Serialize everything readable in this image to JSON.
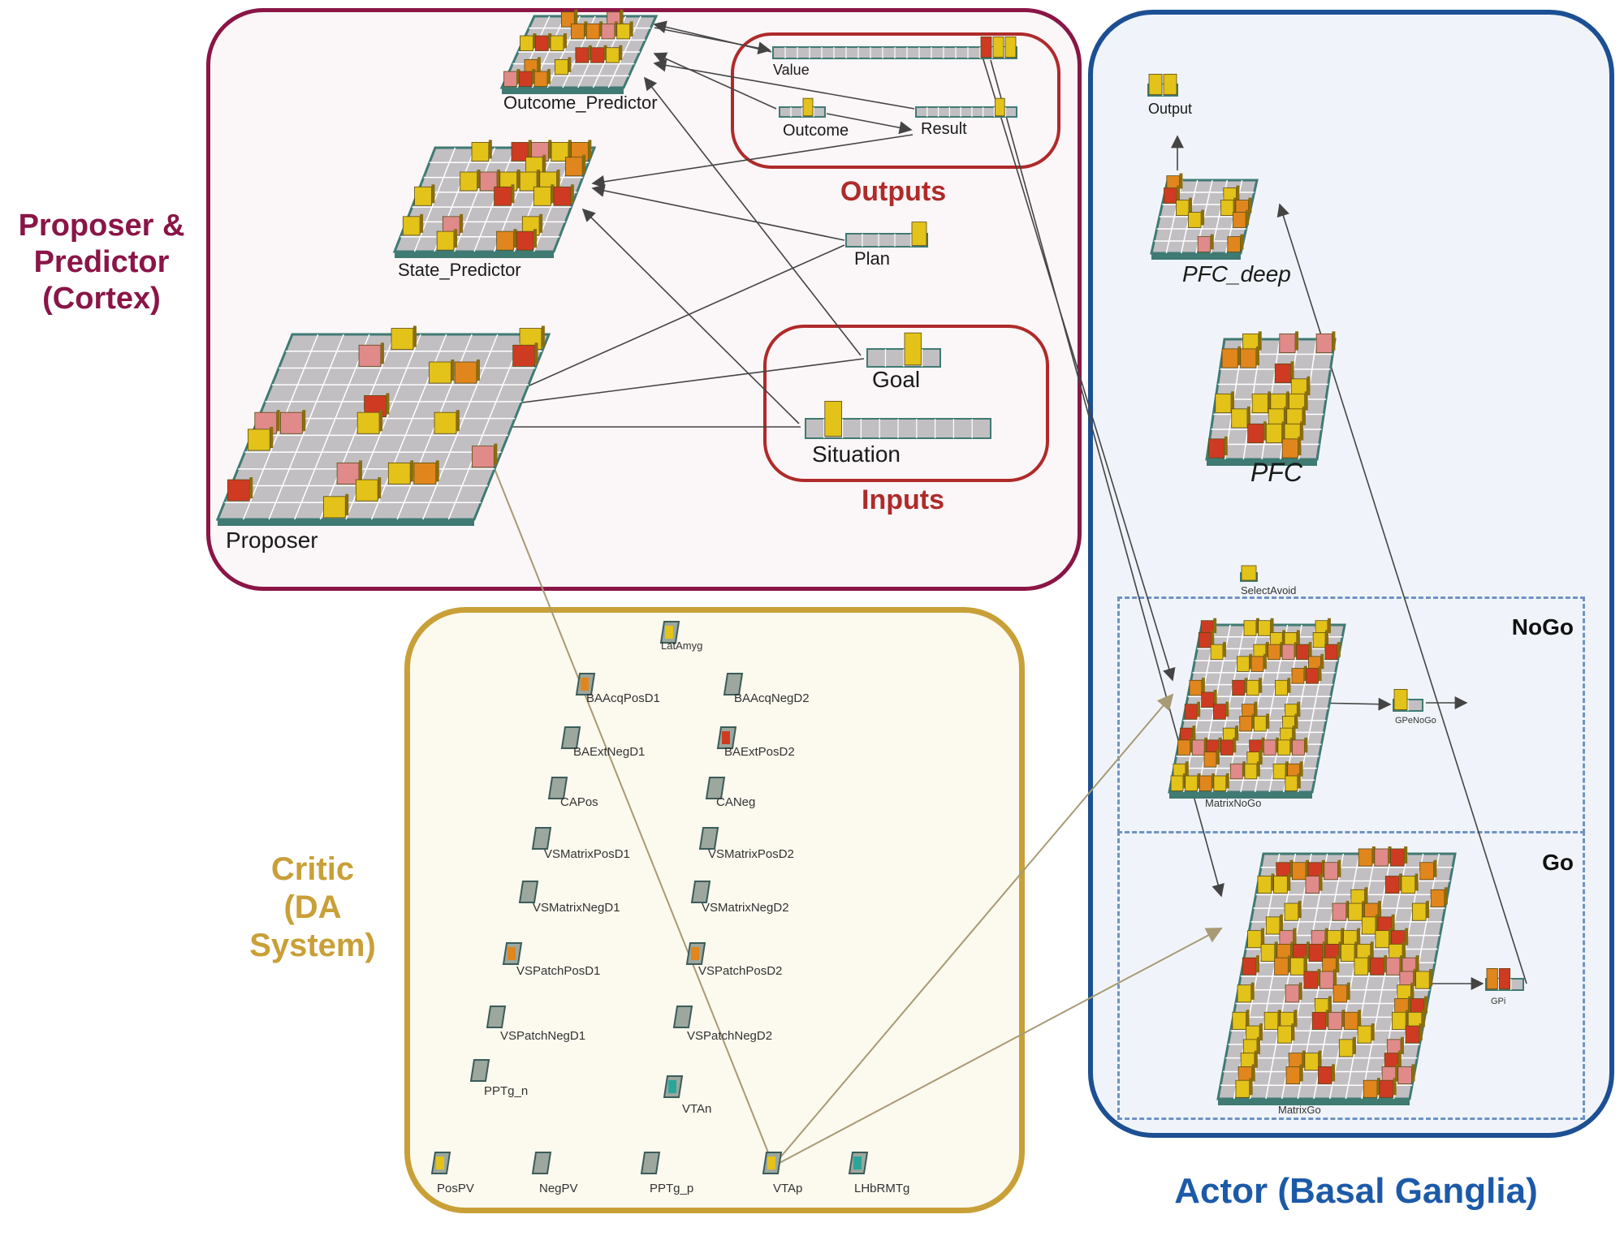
{
  "regions": {
    "cortex": {
      "label_line1": "Proposer &",
      "label_line2": "Predictor",
      "label_line3": "(Cortex)"
    },
    "critic": {
      "label_line1": "Critic",
      "label_line2": "(DA",
      "label_line3": "System)"
    },
    "actor": {
      "label": "Actor (Basal Ganglia)"
    },
    "outputs": {
      "label": "Outputs"
    },
    "inputs": {
      "label": "Inputs"
    },
    "nogo": {
      "label": "NoGo"
    },
    "go": {
      "label": "Go"
    }
  },
  "layers": {
    "outcome_predictor": "Outcome_Predictor",
    "state_predictor": "State_Predictor",
    "proposer": "Proposer",
    "value": "Value",
    "outcome": "Outcome",
    "result": "Result",
    "plan": "Plan",
    "goal": "Goal",
    "situation": "Situation",
    "output": "Output",
    "pfc_deep": "PFC_deep",
    "pfc": "PFC",
    "select_avoid": "SelectAvoid",
    "matrix_nogo": "MatrixNoGo",
    "gpe_nogo": "GPeNoGo",
    "matrix_go": "MatrixGo",
    "gpi": "GPi",
    "lat_amyg": "LatAmyg",
    "ba_acq_pos_d1": "BAAcqPosD1",
    "ba_acq_neg_d2": "BAAcqNegD2",
    "ba_ext_neg_d1": "BAExtNegD1",
    "ba_ext_pos_d2": "BAExtPosD2",
    "ca_pos": "CAPos",
    "ca_neg": "CANeg",
    "vs_matrix_pos_d1": "VSMatrixPosD1",
    "vs_matrix_pos_d2": "VSMatrixPosD2",
    "vs_matrix_neg_d1": "VSMatrixNegD1",
    "vs_matrix_neg_d2": "VSMatrixNegD2",
    "vs_patch_pos_d1": "VSPatchPosD1",
    "vs_patch_pos_d2": "VSPatchPosD2",
    "vs_patch_neg_d1": "VSPatchNegD1",
    "vs_patch_neg_d2": "VSPatchNegD2",
    "pptg_n": "PPTg_n",
    "vta_n": "VTAn",
    "pos_pv": "PosPV",
    "neg_pv": "NegPV",
    "pptg_p": "PPTg_p",
    "vta_p": "VTAp",
    "lhb_rmtg": "LHbRMTg"
  },
  "colors": {
    "cortex": "#8a1546",
    "critic": "#c9a038",
    "actor": "#1c4f93",
    "io_boxes": "#b02a2a",
    "grid_fill": "#c2bfc3",
    "grid_line": "#ffffff",
    "grid_base": "#3f7a73",
    "unit_yellow": "#e3c21a",
    "unit_orange": "#e0861c",
    "unit_red": "#cf3a22",
    "unit_pink": "#e08a8a",
    "teal": "#2aa59a"
  }
}
